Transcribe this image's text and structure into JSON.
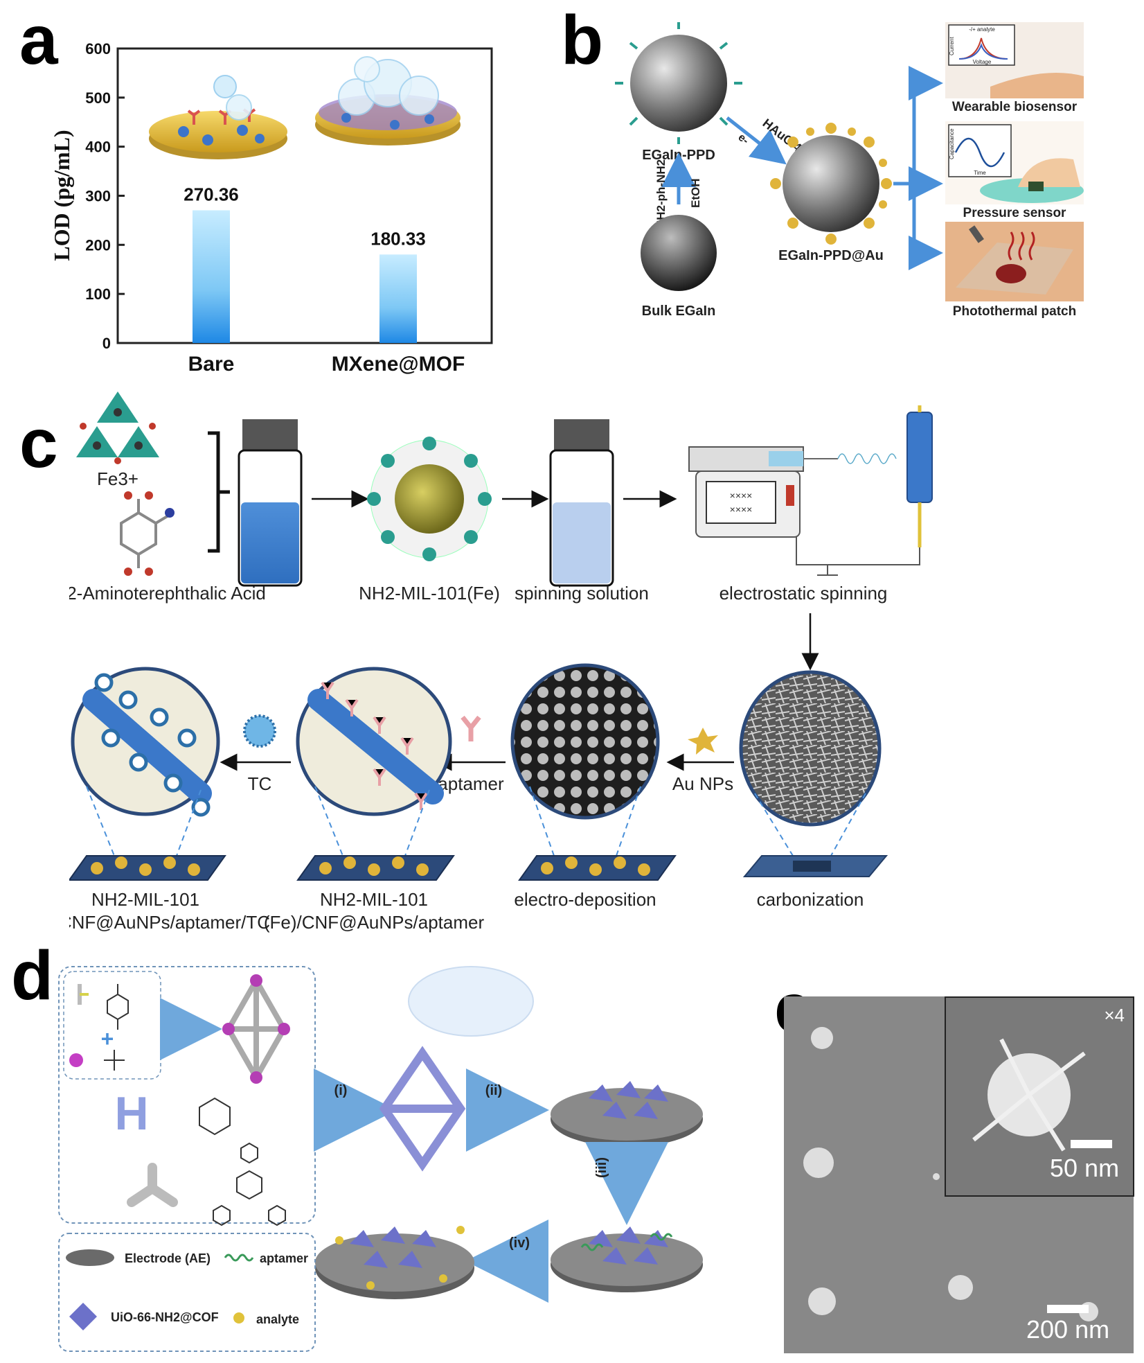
{
  "panels": {
    "a": "a",
    "b": "b",
    "c": "c",
    "d": "d",
    "e": "e"
  },
  "panel_a": {
    "ylabel": "LOD (pg/mL)",
    "yticks": [
      "600",
      "500",
      "400",
      "300",
      "200",
      "100",
      "0"
    ]
  },
  "chart_data": {
    "type": "bar",
    "categories": [
      "Bare",
      "MXene@MOF"
    ],
    "values": [
      270.36,
      180.33
    ],
    "value_labels": [
      "270.36",
      "180.33"
    ],
    "title": "",
    "xlabel": "",
    "ylabel": "LOD (pg/mL)",
    "ylim": [
      0,
      600
    ],
    "grid": false,
    "bar_color_top": "#bfe9ff",
    "bar_color_bottom": "#1e88e5"
  },
  "panel_b": {
    "egain_ppd": "EGaIn-PPD",
    "reagent": "HAuCl4",
    "electron": "e-",
    "linker": "NH2-ph-NH2",
    "solvent": "EtOH",
    "egain_ppd_au": "EGaIn-PPD@Au",
    "bulk": "Bulk EGaIn",
    "app1": "Wearable biosensor",
    "app2": "Pressure sensor",
    "app3": "Photothermal patch",
    "plot1_title": "-/+ analyte",
    "plot1_y": "Current",
    "plot1_x": "Voltage",
    "plot2_y": "Capacitance",
    "plot2_x": "Time"
  },
  "panel_c": {
    "fe": "Fe3+",
    "acid": "2-Aminoterephthalic  Acid",
    "mof": "NH2-MIL-101(Fe)",
    "spin_sol": "spinning  solution",
    "electrospin": "electrostatic  spinning",
    "carbon": "carbonization",
    "auNPs": "Au NPs",
    "electrodep": "electro-deposition",
    "aptamer": "aptamer",
    "tc": "TC",
    "final1_a": "NH2-MIL-101",
    "final1_b": "(Fe)/CNF@AuNPs/aptamer",
    "final2_a": "NH2-MIL-101",
    "final2_b": "(Fe)/CNF@AuNPs/aptamer/TC"
  },
  "panel_d": {
    "step1": "(i)",
    "step2": "(ii)",
    "step3": "(iii)",
    "step4": "(iv)",
    "legend_electrode": "Electrode (AE)",
    "legend_aptamer": "aptamer",
    "legend_mof": "UiO-66-NH2@COF",
    "legend_analyte": "analyte"
  },
  "panel_e": {
    "inset_mag": "×4",
    "inset_scale": "50 nm",
    "main_scale": "200 nm"
  },
  "colors": {
    "bar_blue": "#1e88e5",
    "arrow_blue": "#4a90d9",
    "teal": "#2a9d8f",
    "gold": "#e0b43a",
    "navy": "#2c4a7a",
    "purple": "#7b7fd0"
  }
}
